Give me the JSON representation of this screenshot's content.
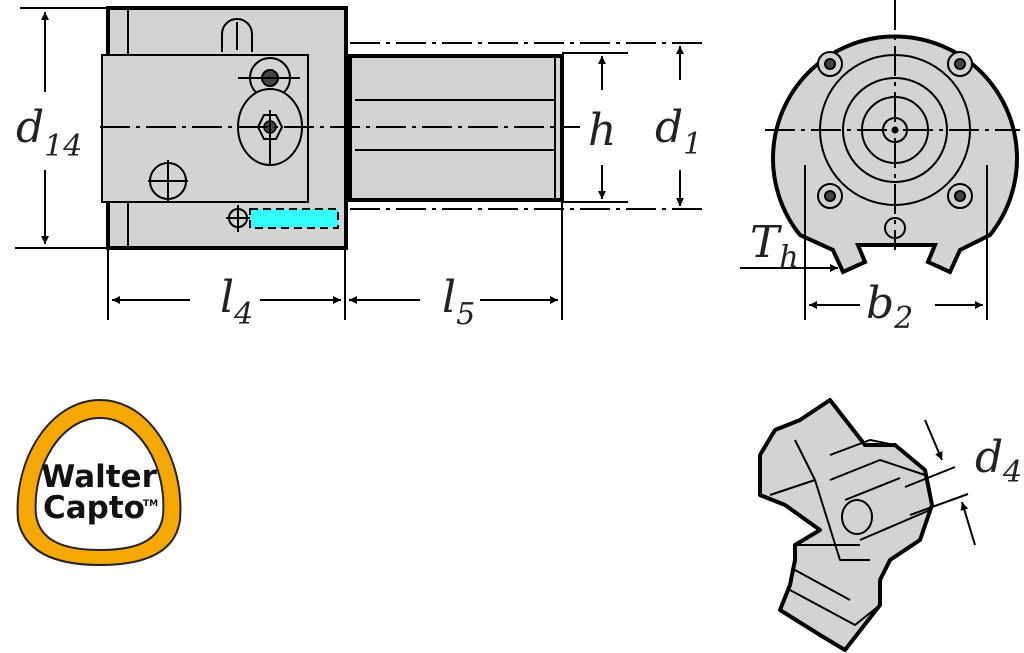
{
  "drawing": {
    "labels": {
      "d14": {
        "base": "d",
        "sub": "14"
      },
      "h": {
        "base": "h"
      },
      "d1": {
        "base": "d",
        "sub": "1"
      },
      "l4": {
        "base": "l",
        "sub": "4"
      },
      "l5": {
        "base": "l",
        "sub": "5"
      },
      "Th": {
        "base": "T",
        "sub": "h"
      },
      "b2": {
        "base": "b",
        "sub": "2"
      },
      "d4": {
        "base": "d",
        "sub": "4"
      }
    },
    "colors": {
      "fill": "#d3d3d3",
      "line": "#000000",
      "coolant": "#33ffff",
      "logo_ring": "#f5a800"
    }
  },
  "logo": {
    "line1": "Walter",
    "line2": "Capto",
    "tm": "TM"
  }
}
